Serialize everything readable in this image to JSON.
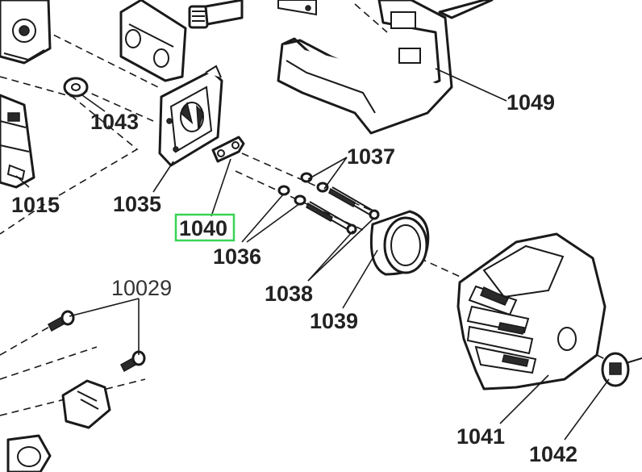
{
  "colors": {
    "ink": "#1a1a1a",
    "highlight": "#39d353"
  },
  "labels": {
    "p1043": "1043",
    "p1015": "1015",
    "p1035": "1035",
    "p1040": "1040",
    "p1036": "1036",
    "p1037": "1037",
    "p1049": "1049",
    "p1038": "1038",
    "p1039": "1039",
    "p10029": "10029",
    "p1041": "1041",
    "p1042": "1042"
  },
  "highlighted_label": "1040"
}
